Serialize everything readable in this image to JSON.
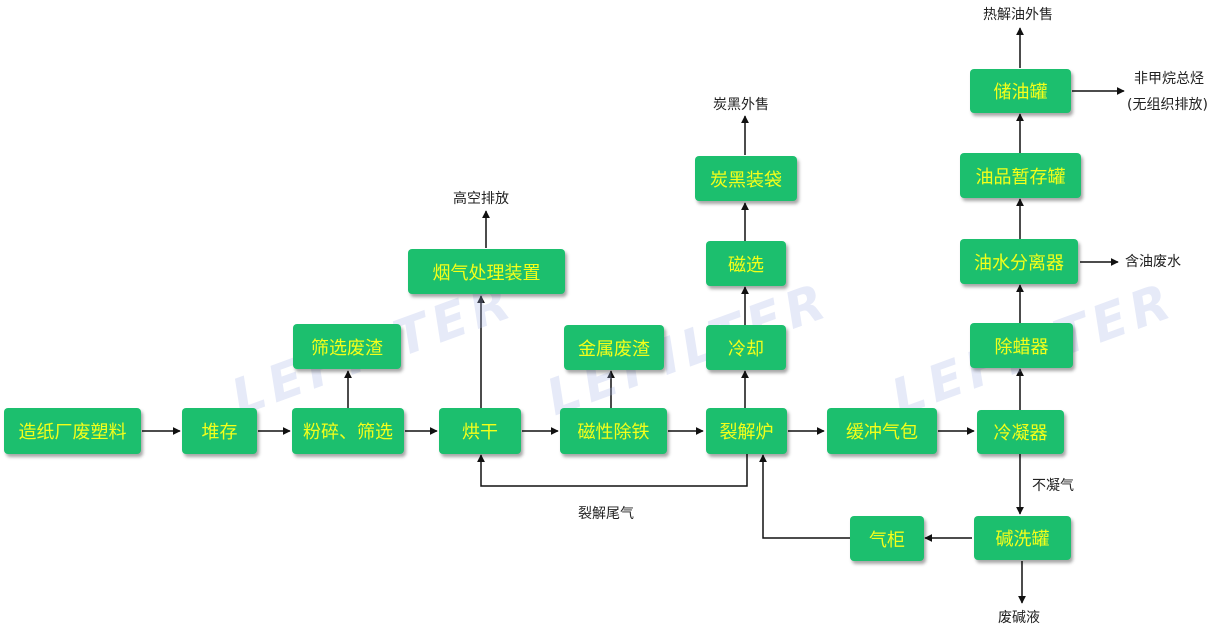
{
  "nodes": {
    "waste_plastic": "造纸厂废塑料",
    "storage": "堆存",
    "crush_screen": "粉碎、筛选",
    "screen_residue": "筛选废渣",
    "drying": "烘干",
    "flue_gas_treatment": "烟气处理装置",
    "magnetic_iron_removal": "磁性除铁",
    "metal_residue": "金属废渣",
    "pyrolysis_furnace": "裂解炉",
    "cooling": "冷却",
    "magnetic_separation": "磁选",
    "carbon_black_bagging": "炭黑装袋",
    "buffer_bag": "缓冲气包",
    "condenser": "冷凝器",
    "dewaxer": "除蜡器",
    "oil_water_separator": "油水分离器",
    "oil_temp_tank": "油品暂存罐",
    "oil_storage_tank": "储油罐",
    "alkali_wash_tank": "碱洗罐",
    "gas_holder": "气柜"
  },
  "labels": {
    "high_altitude_emission": "高空排放",
    "carbon_black_sale": "炭黑外售",
    "pyrolysis_oil_sale": "热解油外售",
    "nmhc": "非甲烷总烃",
    "unorganized_emission": "(无组织排放)",
    "oily_wastewater": "含油废水",
    "non_condensable_gas": "不凝气",
    "waste_lye": "废碱液",
    "pyrolysis_tail_gas": "裂解尾气"
  },
  "watermark": "LEFILTER"
}
